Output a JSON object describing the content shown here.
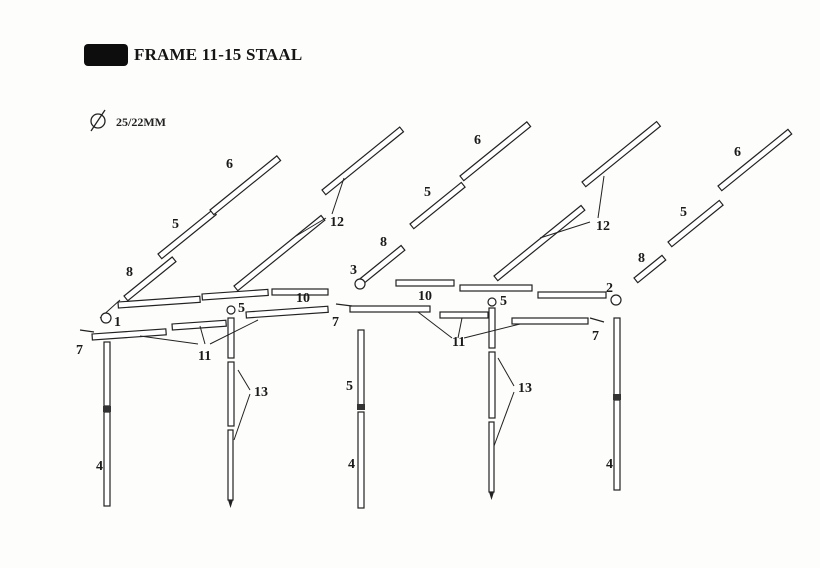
{
  "header": {
    "title": "FRAME 11-15 STAAL",
    "diameter_symbol": "diameter-icon",
    "diameter_text": "25/22MM"
  },
  "labels": {
    "n1": "1",
    "n2": "2",
    "n3": "3",
    "n4": "4",
    "n5": "5",
    "n6": "6",
    "n7": "7",
    "n8": "8",
    "n10": "10",
    "n11": "11",
    "n12": "12",
    "n13": "13"
  }
}
